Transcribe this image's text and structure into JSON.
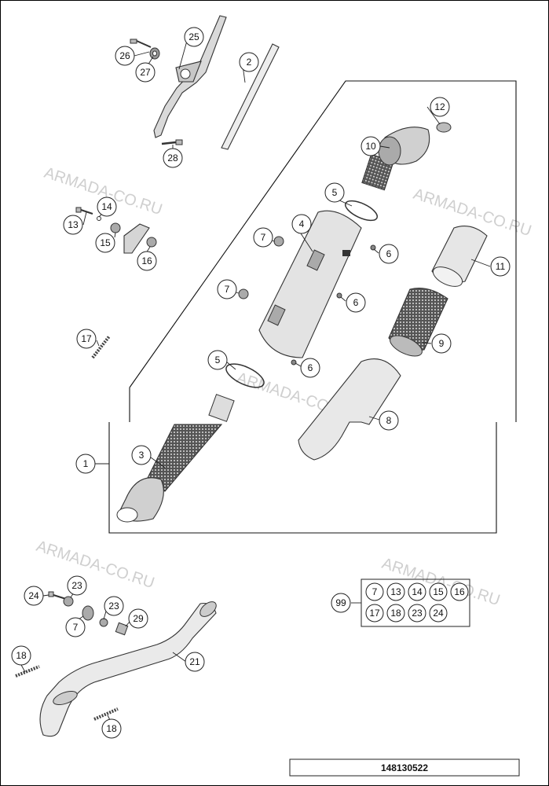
{
  "document_number": "148130522",
  "watermarks": [
    "ARMADA-CO.RU",
    "ARMADA-CO.RU",
    "ARMADA-CO.RU",
    "ARMADA-CO.RU",
    "ARMADA-CO.RU"
  ],
  "callouts": {
    "p1": "1",
    "p2": "2",
    "p3": "3",
    "p4": "4",
    "p5a": "5",
    "p5b": "5",
    "p6a": "6",
    "p6b": "6",
    "p6c": "6",
    "p7a": "7",
    "p7b": "7",
    "p7c": "7",
    "p8": "8",
    "p9": "9",
    "p10": "10",
    "p11": "11",
    "p12": "12",
    "p13": "13",
    "p14": "14",
    "p15": "15",
    "p16": "16",
    "p17": "17",
    "p18a": "18",
    "p18b": "18",
    "p21": "21",
    "p23a": "23",
    "p23b": "23",
    "p24": "24",
    "p25": "25",
    "p26": "26",
    "p27": "27",
    "p28": "28",
    "p29": "29",
    "p99": "99"
  },
  "kit": {
    "row1": [
      "7",
      "13",
      "14",
      "15",
      "16"
    ],
    "row2": [
      "17",
      "18",
      "23",
      "24"
    ]
  }
}
